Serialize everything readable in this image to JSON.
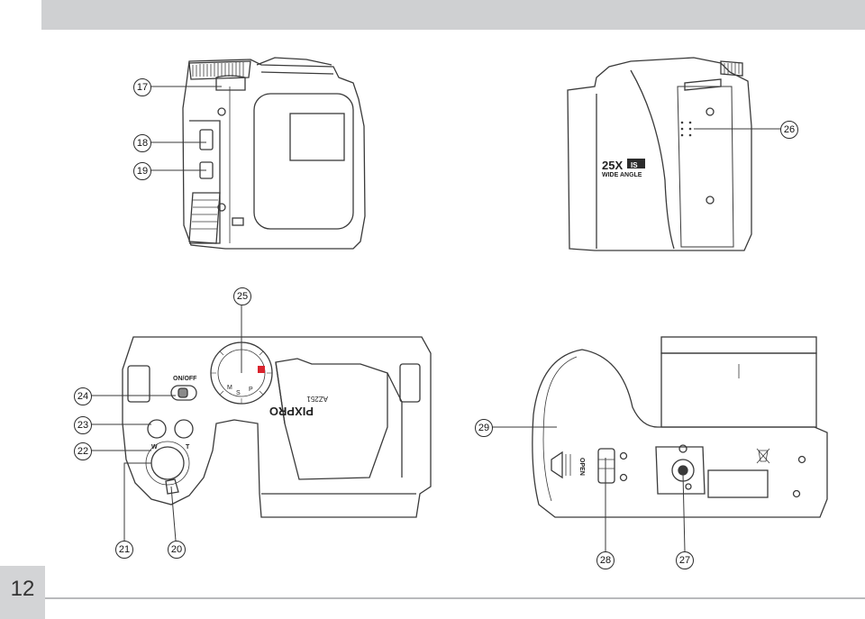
{
  "callouts": {
    "c17": "17",
    "c18": "18",
    "c19": "19",
    "c20": "20",
    "c21": "21",
    "c22": "22",
    "c23": "23",
    "c24": "24",
    "c25": "25",
    "c26": "26",
    "c27": "27",
    "c28": "28",
    "c29": "29"
  },
  "camera_labels": {
    "zoom": "25X",
    "is_badge": "IS",
    "wide_angle": "WIDE ANGLE",
    "on_off": "ON/OFF",
    "brand": "PIXPRO",
    "model": "AZ251",
    "open": "OPEN",
    "mode_m": "M",
    "mode_s": "S",
    "mode_p": "P",
    "zoom_w": "W",
    "zoom_t": "T"
  },
  "page": {
    "number": "12"
  }
}
